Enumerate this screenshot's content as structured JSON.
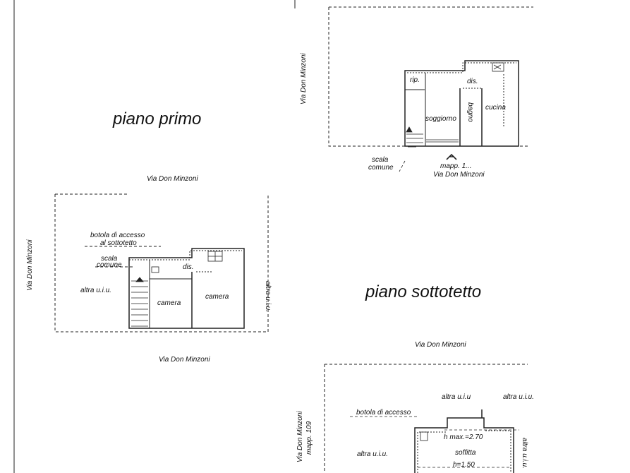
{
  "piano_primo": {
    "title": "piano primo",
    "street_top": "Via Don Minzoni",
    "street_left": "Via Don Minzoni",
    "street_bottom": "Via Don Minzoni",
    "botola_line1": "botola di accesso",
    "botola_line2": "al sottotetto",
    "scala_line1": "scala",
    "scala_line2": "comune",
    "dis": "dis.",
    "altra_left": "altra u.i.u.",
    "altra_right": "altra u.i.u.",
    "camera1": "camera",
    "camera2": "camera"
  },
  "piano_terra": {
    "street_left": "Via Don Minzoni",
    "street_bottom": "Via Don Minzoni",
    "rip": "rip.",
    "dis": "dis.",
    "soggiorno": "soggiorno",
    "bagno": "bagno",
    "cucina": "cucina",
    "scala_line1": "scala",
    "scala_line2": "comune",
    "mapp": "mapp. 1..."
  },
  "piano_sottotetto": {
    "title": "piano sottotetto",
    "street_top": "Via Don Minzoni",
    "street_left": "Via Don Minzoni",
    "mapp": "mapp. 109",
    "altra_top1": "altra u.i.u",
    "altra_top2": "altra u.i.u.",
    "botola": "botola di accesso",
    "hmax": "h max.=2.70",
    "soffitta": "soffitta",
    "h": "h=1.50",
    "altra_left": "altra u.i.u.",
    "altra_right": "altra u.i.u."
  }
}
